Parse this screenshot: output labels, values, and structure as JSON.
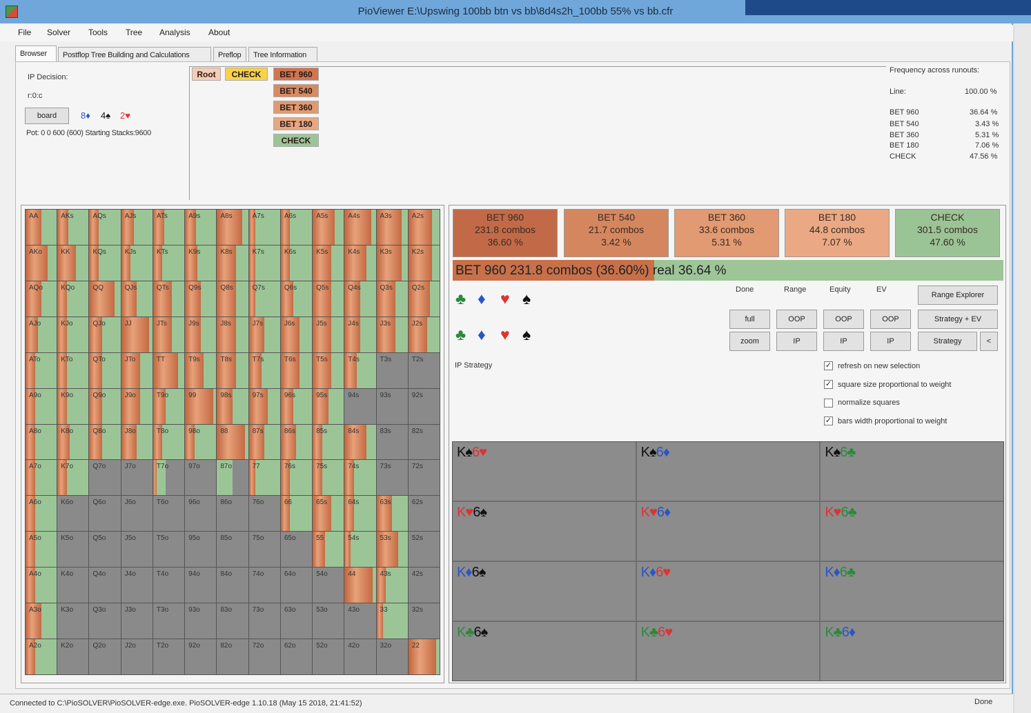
{
  "window": {
    "title": "PioViewer E:\\Upswing 100bb btn vs bb\\8d4s2h_100bb 55% vs bb.cfr"
  },
  "menu": [
    "File",
    "Solver",
    "Tools",
    "Tree",
    "Analysis",
    "About"
  ],
  "tabs": [
    "Browser",
    "Postflop Tree Building and Calculations",
    "Preflop",
    "Tree Information"
  ],
  "info": {
    "decision": "IP Decision:",
    "line": "r:0:c",
    "board_button": "board",
    "board_cards": [
      "8♦",
      "4♠",
      "2♥"
    ],
    "pot": "Pot: 0 0 600 (600) Starting Stacks:9600"
  },
  "tree": {
    "root": "Root",
    "check": "CHECK",
    "options": [
      "BET 960",
      "BET 540",
      "BET 360",
      "BET 180",
      "CHECK"
    ]
  },
  "frequency": {
    "title": "Frequency across runouts:",
    "line_label": "Line:",
    "line_value": "100.00 %",
    "rows": [
      {
        "label": "BET 960",
        "value": "36.64 %"
      },
      {
        "label": "BET 540",
        "value": "3.43 %"
      },
      {
        "label": "BET 360",
        "value": "5.31 %"
      },
      {
        "label": "BET 180",
        "value": "7.06 %"
      },
      {
        "label": "CHECK",
        "value": "47.56 %"
      }
    ]
  },
  "action_boxes": [
    {
      "name": "BET 960",
      "combos": "231.8 combos",
      "pct": "36.60 %",
      "color": "#c26a48"
    },
    {
      "name": "BET 540",
      "combos": "21.7 combos",
      "pct": "3.42 %",
      "color": "#d4875f"
    },
    {
      "name": "BET 360",
      "combos": "33.6 combos",
      "pct": "5.31 %",
      "color": "#e29a72"
    },
    {
      "name": "BET 180",
      "combos": "44.8 combos",
      "pct": "7.07 %",
      "color": "#eaa984"
    },
    {
      "name": "CHECK",
      "combos": "301.5 combos",
      "pct": "47.60 %",
      "color": "#9bc496"
    }
  ],
  "selection": {
    "text": "BET 960   231.8 combos (36.60%) real  36.64 %",
    "fill": 0.3664
  },
  "controls": {
    "headers": [
      "Done",
      "Range",
      "Equity",
      "EV"
    ],
    "full": "full",
    "zoom": "zoom",
    "oop": "OOP",
    "ip": "IP",
    "range_explorer": "Range Explorer",
    "strategy_ev": "Strategy + EV",
    "strategy": "Strategy",
    "collapse": "<",
    "ip_strategy": "IP Strategy"
  },
  "checkboxes": [
    {
      "label": "refresh on new selection",
      "checked": true
    },
    {
      "label": "square size proportional to weight",
      "checked": true
    },
    {
      "label": "normalize squares",
      "checked": false
    },
    {
      "label": "bars width proportional to weight",
      "checked": true
    }
  ],
  "hand_grid": {
    "labels": [
      [
        "AA",
        "AKs",
        "AQs",
        "AJs",
        "ATs",
        "A9s",
        "A8s",
        "A7s",
        "A6s",
        "A5s",
        "A4s",
        "A3s",
        "A2s"
      ],
      [
        "AKo",
        "KK",
        "KQs",
        "KJs",
        "KTs",
        "K9s",
        "K8s",
        "K7s",
        "K6s",
        "K5s",
        "K4s",
        "K3s",
        "K2s"
      ],
      [
        "AQo",
        "KQo",
        "QQ",
        "QJs",
        "QTs",
        "Q9s",
        "Q8s",
        "Q7s",
        "Q6s",
        "Q5s",
        "Q4s",
        "Q3s",
        "Q2s"
      ],
      [
        "AJo",
        "KJo",
        "QJo",
        "JJ",
        "JTs",
        "J9s",
        "J8s",
        "J7s",
        "J6s",
        "J5s",
        "J4s",
        "J3s",
        "J2s"
      ],
      [
        "ATo",
        "KTo",
        "QTo",
        "JTo",
        "TT",
        "T9s",
        "T8s",
        "T7s",
        "T6s",
        "T5s",
        "T4s",
        "T3s",
        "T2s"
      ],
      [
        "A9o",
        "K9o",
        "Q9o",
        "J9o",
        "T9o",
        "99",
        "98s",
        "97s",
        "96s",
        "95s",
        "94s",
        "93s",
        "92s"
      ],
      [
        "A8o",
        "K8o",
        "Q8o",
        "J8o",
        "T8o",
        "98o",
        "88",
        "87s",
        "86s",
        "85s",
        "84s",
        "83s",
        "82s"
      ],
      [
        "A7o",
        "K7o",
        "Q7o",
        "J7o",
        "T7o",
        "97o",
        "87o",
        "77",
        "76s",
        "75s",
        "74s",
        "73s",
        "72s"
      ],
      [
        "A6o",
        "K6o",
        "Q6o",
        "J6o",
        "T6o",
        "96o",
        "86o",
        "76o",
        "66",
        "65s",
        "64s",
        "63s",
        "62s"
      ],
      [
        "A5o",
        "K5o",
        "Q5o",
        "J5o",
        "T5o",
        "95o",
        "85o",
        "75o",
        "65o",
        "55",
        "54s",
        "53s",
        "52s"
      ],
      [
        "A4o",
        "K4o",
        "Q4o",
        "J4o",
        "T4o",
        "94o",
        "84o",
        "74o",
        "64o",
        "54o",
        "44",
        "43s",
        "42s"
      ],
      [
        "A3o",
        "K3o",
        "Q3o",
        "J3o",
        "T3o",
        "93o",
        "83o",
        "73o",
        "63o",
        "53o",
        "43o",
        "33",
        "32s"
      ],
      [
        "A2o",
        "K2o",
        "Q2o",
        "J2o",
        "T2o",
        "92o",
        "82o",
        "72o",
        "62o",
        "52o",
        "42o",
        "32o",
        "22"
      ]
    ],
    "bet_freq": [
      [
        0.5,
        0.35,
        0.3,
        0.4,
        0.35,
        0.35,
        0.8,
        0.2,
        0.3,
        0.7,
        0.85,
        0.8,
        0.75
      ],
      [
        0.7,
        0.6,
        0.3,
        0.3,
        0.3,
        0.4,
        0.6,
        0.2,
        0.3,
        0.6,
        0.7,
        0.8,
        0.75
      ],
      [
        0.5,
        0.3,
        0.8,
        0.5,
        0.6,
        0.5,
        0.6,
        0.2,
        0.4,
        0.6,
        0.5,
        0.6,
        0.7
      ],
      [
        0.4,
        0.3,
        0.4,
        0.9,
        0.6,
        0.5,
        0.6,
        0.5,
        0.6,
        0.6,
        0.5,
        0.6,
        0.6
      ],
      [
        0.3,
        0.3,
        0.4,
        0.6,
        0.8,
        0.6,
        0.6,
        0.4,
        0.6,
        0.6,
        0.4,
        0,
        0
      ],
      [
        0.3,
        0.3,
        0.4,
        0.6,
        0.4,
        0.9,
        0.5,
        0.6,
        0.4,
        0.5,
        0,
        0,
        0
      ],
      [
        0.3,
        0.4,
        0.4,
        0.5,
        0.3,
        0.3,
        0.9,
        0.5,
        0.5,
        0.3,
        0.7,
        0,
        0
      ],
      [
        0.3,
        0.3,
        0,
        0,
        0.3,
        0,
        0,
        0.2,
        0.3,
        0.3,
        0.3,
        0,
        0
      ],
      [
        0.3,
        0,
        0,
        0,
        0,
        0,
        0,
        0,
        0.3,
        0.6,
        0.3,
        0.5,
        0
      ],
      [
        0.3,
        0,
        0,
        0,
        0,
        0,
        0,
        0,
        0,
        0.4,
        0.2,
        0.7,
        0
      ],
      [
        0.3,
        0,
        0,
        0,
        0,
        0,
        0,
        0,
        0,
        0.2,
        0.9,
        0.3,
        0
      ],
      [
        0.5,
        0,
        0,
        0,
        0,
        0,
        0,
        0,
        0,
        0,
        0,
        0.2,
        0
      ],
      [
        0.3,
        0,
        0,
        0,
        0,
        0,
        0,
        0,
        0,
        0,
        0,
        0,
        0.9
      ]
    ],
    "weight": [
      [
        1,
        1,
        1,
        1,
        1,
        1,
        1,
        1,
        1,
        1,
        1,
        1,
        1
      ],
      [
        1,
        1,
        1,
        1,
        1,
        1,
        1,
        1,
        1,
        1,
        1,
        1,
        1
      ],
      [
        1,
        1,
        1,
        1,
        1,
        1,
        1,
        1,
        1,
        1,
        1,
        1,
        1
      ],
      [
        1,
        1,
        1,
        1,
        1,
        1,
        1,
        1,
        1,
        1,
        1,
        1,
        1
      ],
      [
        1,
        1,
        1,
        1,
        1,
        1,
        1,
        1,
        1,
        1,
        1,
        0,
        0
      ],
      [
        1,
        1,
        1,
        1,
        1,
        1,
        1,
        1,
        1,
        1,
        0,
        0,
        0
      ],
      [
        1,
        1,
        1,
        1,
        1,
        1,
        1,
        1,
        1,
        1,
        1,
        0,
        0
      ],
      [
        1,
        1,
        0,
        0,
        0.4,
        0,
        0.5,
        1,
        1,
        1,
        1,
        0,
        0
      ],
      [
        1,
        0,
        0,
        0,
        0,
        0,
        0,
        0,
        1,
        1,
        1,
        1,
        0
      ],
      [
        1,
        0,
        0,
        0,
        0,
        0,
        0,
        0,
        0,
        1,
        1,
        1,
        0
      ],
      [
        1,
        0,
        0,
        0,
        0,
        0,
        0,
        0,
        0,
        0,
        1,
        1,
        0
      ],
      [
        1,
        0,
        0,
        0,
        0,
        0,
        0,
        0,
        0,
        0,
        0,
        1,
        0
      ],
      [
        1,
        0,
        0,
        0,
        0,
        0,
        0,
        0,
        0,
        0,
        0,
        0,
        1
      ]
    ]
  },
  "combos": [
    {
      "k": "K",
      "ks": "♠",
      "ksc": "#111",
      "r": "6",
      "rc": "#d33",
      "s": "♥",
      "sc": "#d33"
    },
    {
      "k": "K",
      "ks": "♠",
      "ksc": "#111",
      "r": "6",
      "rc": "#2a55c4",
      "s": "♦",
      "sc": "#2a55c4"
    },
    {
      "k": "K",
      "ks": "♠",
      "ksc": "#111",
      "r": "6",
      "rc": "#2a8a3a",
      "s": "♣",
      "sc": "#2a8a3a"
    },
    {
      "k": "K",
      "ks": "♥",
      "ksc": "#d33",
      "r": "6",
      "rc": "#111",
      "s": "♠",
      "sc": "#111"
    },
    {
      "k": "K",
      "ks": "♥",
      "ksc": "#d33",
      "r": "6",
      "rc": "#2a55c4",
      "s": "♦",
      "sc": "#2a55c4"
    },
    {
      "k": "K",
      "ks": "♥",
      "ksc": "#d33",
      "r": "6",
      "rc": "#2a8a3a",
      "s": "♣",
      "sc": "#2a8a3a"
    },
    {
      "k": "K",
      "ks": "♦",
      "ksc": "#2a55c4",
      "r": "6",
      "rc": "#111",
      "s": "♠",
      "sc": "#111"
    },
    {
      "k": "K",
      "ks": "♦",
      "ksc": "#2a55c4",
      "r": "6",
      "rc": "#d33",
      "s": "♥",
      "sc": "#d33"
    },
    {
      "k": "K",
      "ks": "♦",
      "ksc": "#2a55c4",
      "r": "6",
      "rc": "#2a8a3a",
      "s": "♣",
      "sc": "#2a8a3a"
    },
    {
      "k": "K",
      "ks": "♣",
      "ksc": "#2a8a3a",
      "r": "6",
      "rc": "#111",
      "s": "♠",
      "sc": "#111"
    },
    {
      "k": "K",
      "ks": "♣",
      "ksc": "#2a8a3a",
      "r": "6",
      "rc": "#d33",
      "s": "♥",
      "sc": "#d33"
    },
    {
      "k": "K",
      "ks": "♣",
      "ksc": "#2a8a3a",
      "r": "6",
      "rc": "#2a55c4",
      "s": "♦",
      "sc": "#2a55c4"
    }
  ],
  "status": {
    "left": "Connected to C:\\PioSOLVER\\PioSOLVER-edge.exe. PioSOLVER-edge 1.10.18 (May 15 2018, 21:41:52)",
    "right": "Done"
  },
  "colors": {
    "bet": "#c97450",
    "check": "#9cc597",
    "empty": "#8a8a8a"
  }
}
